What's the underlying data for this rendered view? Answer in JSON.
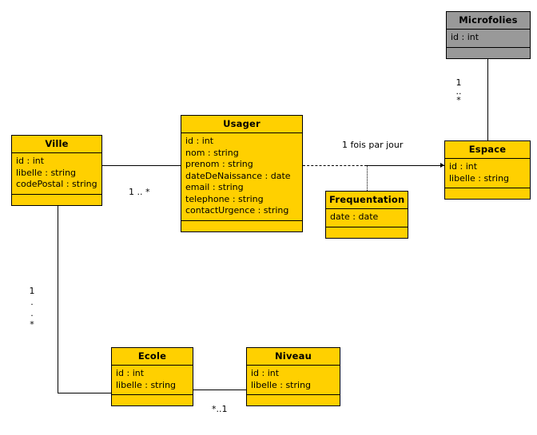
{
  "diagram": {
    "type": "uml-class-diagram",
    "background": "#ffffff",
    "class_fill": "#FFD000",
    "class_fill_alt": "#999999",
    "border_color": "#000000"
  },
  "classes": {
    "microfolies": {
      "name": "Microfolies",
      "attributes": [
        "id : int"
      ],
      "operations": []
    },
    "ville": {
      "name": "Ville",
      "attributes": [
        "id : int",
        "libelle : string",
        "codePostal : string"
      ],
      "operations": []
    },
    "usager": {
      "name": "Usager",
      "attributes": [
        "id : int",
        "nom : string",
        "prenom : string",
        "dateDeNaissance : date",
        "email : string",
        "telephone : string",
        "contactUrgence : string"
      ],
      "operations": []
    },
    "espace": {
      "name": "Espace",
      "attributes": [
        "id : int",
        "libelle : string"
      ],
      "operations": []
    },
    "frequentation": {
      "name": "Frequentation",
      "attributes": [
        "date : date"
      ],
      "operations": []
    },
    "ecole": {
      "name": "Ecole",
      "attributes": [
        "id : int",
        "libelle : string"
      ],
      "operations": []
    },
    "niveau": {
      "name": "Niveau",
      "attributes": [
        "id : int",
        "libelle : string"
      ],
      "operations": []
    }
  },
  "associations": {
    "microfolies_espace": {
      "multiplicity_lines": [
        "1",
        "..",
        "*"
      ]
    },
    "ville_usager": {
      "multiplicity": "1 .. *"
    },
    "usager_espace": {
      "label": "1 fois par jour"
    },
    "ville_ecole": {
      "multiplicity_lines": [
        "1",
        ".",
        ".",
        "*"
      ]
    },
    "ecole_niveau": {
      "multiplicity": "*..1"
    }
  }
}
